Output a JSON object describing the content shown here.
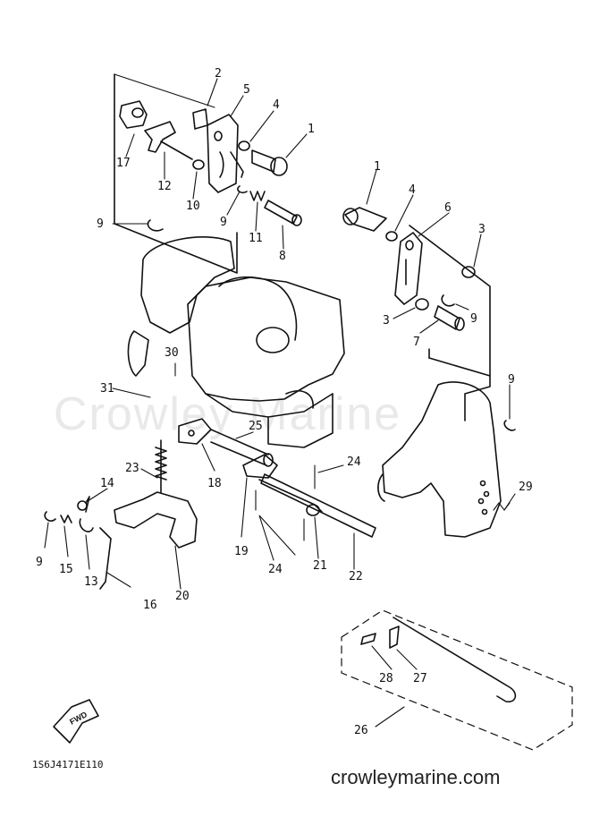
{
  "watermark": "Crowley Marine",
  "diagram_code": "1S6J4171E110",
  "site": "crowleymarine.com",
  "fwd_label": "FWD",
  "callouts": [
    "1",
    "2",
    "3",
    "4",
    "5",
    "6",
    "7",
    "8",
    "9",
    "10",
    "11",
    "12",
    "13",
    "14",
    "15",
    "16",
    "17",
    "18",
    "19",
    "20",
    "21",
    "22",
    "23",
    "24",
    "25",
    "26",
    "27",
    "28",
    "29",
    "30",
    "31"
  ]
}
